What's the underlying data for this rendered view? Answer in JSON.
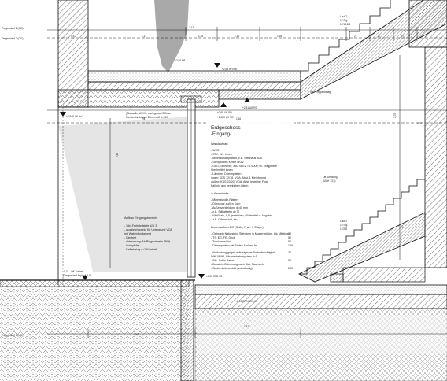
{
  "level_labels": {
    "upper_1": "Treppenlauf 2 (OG)",
    "upper_2": "Treppenlauf 2 (OG)",
    "lower_1": "Treppenlauf 1 (UG)"
  },
  "dimensions": {
    "top_row": [
      "4,5",
      "1,1",
      "1,16",
      "1,16",
      "1,16",
      "27",
      "27",
      "27",
      "27"
    ],
    "width_top": "2,12",
    "width_mid": "2,47",
    "mid_row": [
      "1,16",
      "6,07"
    ],
    "bottom_row": [
      "1,47",
      "1,67"
    ],
    "stair_height": "2,75",
    "vertical_left": "2,45",
    "vertical_right": "2,77"
  },
  "elevations": {
    "slab_upper": "+2,98 RH KB",
    "slab_upper_2": "+2,89 KB",
    "left_ok": "+2,545 UK Ho2",
    "center_1": "+2,68 UK RD",
    "center_2": "+2,485 UK RD",
    "center_3": "+2,51 UK RD",
    "ground": "±0,00 RFB KB",
    "ground_2": "-0,14 RFB KB 0,10",
    "left_ground": "-0,31 - OK Sockel",
    "left_ground_2": "(Treppenlauf Asphalt 3,0)"
  },
  "stair_labels": {
    "stair_2_title": "Lauf 2",
    "stair_2_steps": "17 Stg.",
    "stair_2_size": "17/18,2/8",
    "stair_1_title": "Lauf 1",
    "stair_1_steps": "16 Stg.",
    "stair_1_size": "17/2/8",
    "stair_upper_note": "inkl. Treppenbelag",
    "stair_side_note": "Öff. Deckung",
    "stair_side_note_2": "(UMH 13,5)"
  },
  "window_notes": {
    "line_1": "(Glaswelle, WDVS, uneingebaut 200mm",
    "line_2": "Randverbindungen Dämmstoff d=200)"
  },
  "build_up": {
    "title": "Erdgeschoss",
    "subtitle": "-Eingang-",
    "section_1": "Wandaufbau:",
    "section_1_lines": [
      "- WKS",
      "- STV, Ws. innen",
      "- Mineralwolleplatten, z.B. Stehhaus ADE",
      "- Stehpfosten-Kerbe WGV",
      "- GFG-Elemente, z.B. SEEZ TS 6000, inl. Tragprofile",
      "  Stechmittel innen",
      "- Lärchen: Dämmplatten",
      "  innen: KDS 12/18, VOA, Abst. 1 Kleinformat",
      "  außen: KDS 22/20, VOA, Abst. jeweilige Fuge",
      "  Fallrohr aus verzinktem Blech"
    ],
    "section_2": "Außenwände:",
    "section_2_lines": [
      "- Mineralwolle-Platten",
      "- Dünnputz außen Korn",
      "- Außenverkleidung d=40 mm",
      "- z.B. Silikatfarbe d=70",
      "- Weißkalk, 0,5 gestrichen, Glättmittel n. Angabe",
      "- z.B. Dämmstoff, etc."
    ],
    "section_3": "Bodenaufbau EG (Gallo, P a... 2 Etage)",
    "section_3_lines": [
      "- Gehsteig Naturstein, Stehstein in Mustergrößen, bis Mittelwert",
      "- TS, EG, FE, Deck",
      "- Trockenestrich",
      "- Dämmplatten mit Stufen-Maßen, fix"
    ],
    "section_3_values": [
      "20",
      "50",
      "50",
      "100"
    ],
    "section_4_lines": [
      "- Abdichtung gegen aufsteigende Bodenfeuchtigkeit",
      "  DIN 18195, Bitumenbahnsystem d=5",
      "- Stb.-Sohle Beton",
      "- Baustein-Dämmung nach Stat. Nachweis",
      "- Sauberkeitsschicht (vollständig)"
    ],
    "section_4_values": [
      "20",
      "50",
      "250"
    ]
  },
  "entrance_note": {
    "title": "Aufbau Eingangsbereich:",
    "lines": [
      "- Stb.-Fertigteilstufe WU 3",
      "- Ausgleichspunkt für Untergrund VOA",
      "  mit Wabenfundament",
      "- Kiesbett",
      "- Abtrennung: Ab Ringschwelle (Bild)",
      "- Bohrpfeiler",
      "- Kellerbelag d=? Kiesbett"
    ]
  },
  "colors": {
    "line": "#1a1a1a",
    "hatch": "#444444",
    "shade": "#cfcfcf",
    "sky": "#9a9a9a"
  }
}
